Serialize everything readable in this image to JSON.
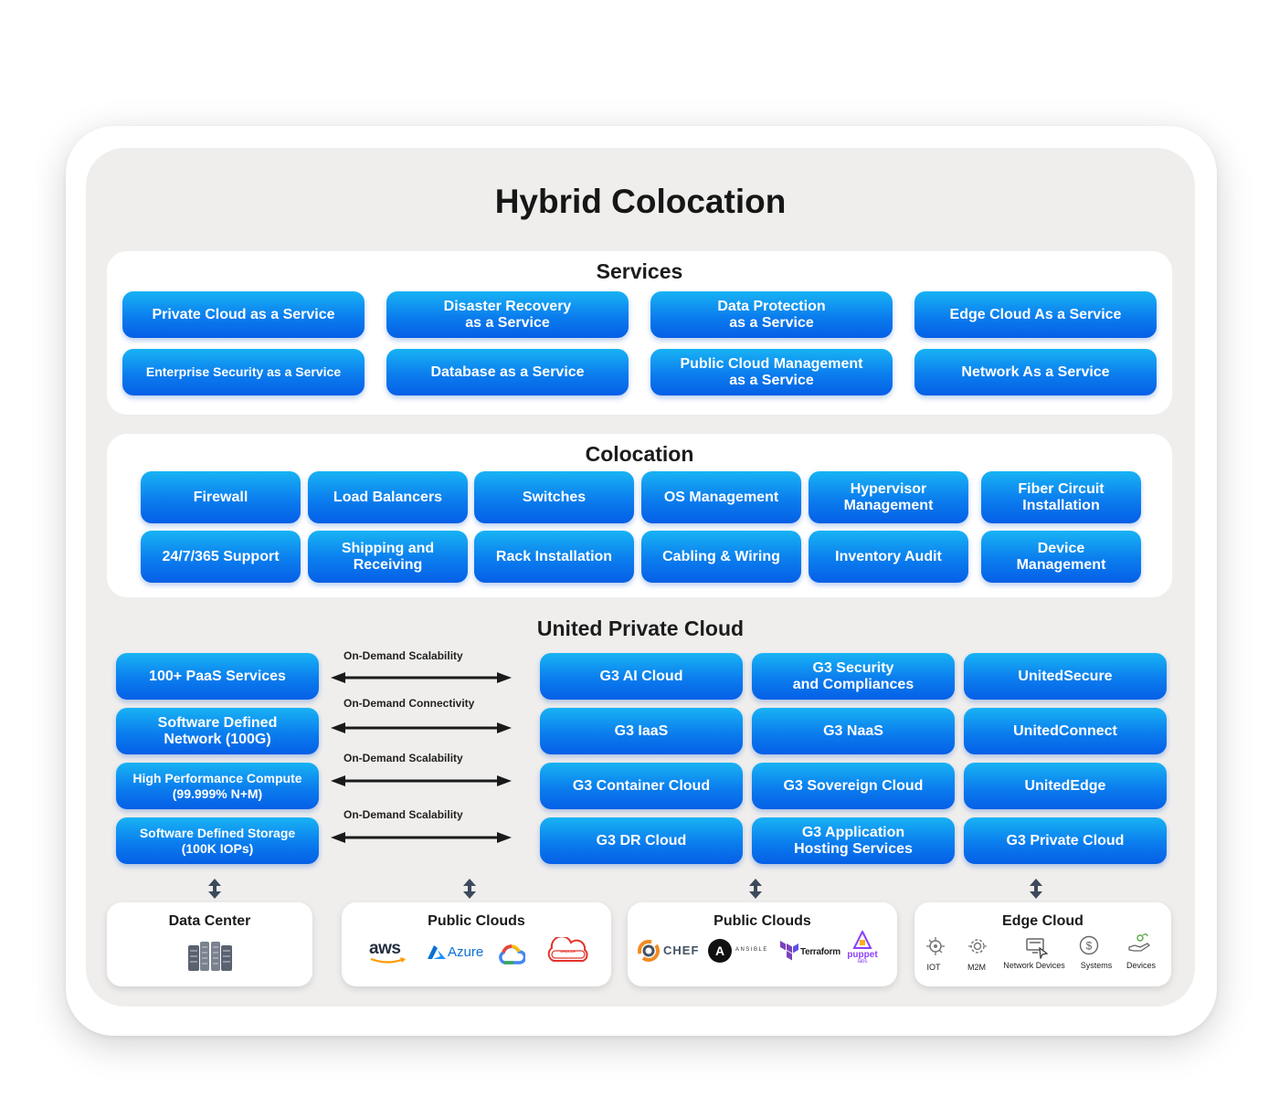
{
  "title": "Hybrid Colocation",
  "services": {
    "title": "Services",
    "items": [
      "Private Cloud as a Service",
      "Disaster Recovery\nas a Service",
      "Data Protection\nas a Service",
      "Edge Cloud As a Service",
      "Enterprise Security as a Service",
      "Database as a Service",
      "Public Cloud Management\nas a Service",
      "Network As a Service"
    ]
  },
  "colocation": {
    "title": "Colocation",
    "items": [
      "Firewall",
      "Load Balancers",
      "Switches",
      "OS Management",
      "Hypervisor\nManagement",
      "Fiber Circuit\nInstallation",
      "24/7/365 Support",
      "Shipping and\nReceiving",
      "Rack Installation",
      "Cabling & Wiring",
      "Inventory Audit",
      "Device\nManagement"
    ]
  },
  "united_private_cloud": {
    "title": "United Private Cloud",
    "left_items": [
      "100+ PaaS Services",
      "Software Defined\nNetwork (100G)",
      "High Performance Compute\n(99.999% N+M)",
      "Software Defined Storage\n(100K IOPs)"
    ],
    "arrow_labels": [
      "On-Demand Scalability",
      "On-Demand Connectivity",
      "On-Demand Scalability",
      "On-Demand Scalability"
    ],
    "grid_items": [
      "G3 AI Cloud",
      "G3 Security\nand Compliances",
      "UnitedSecure",
      "G3 IaaS",
      "G3 NaaS",
      "UnitedConnect",
      "G3 Container Cloud",
      "G3 Sovereign Cloud",
      "UnitedEdge",
      "G3 DR Cloud",
      "G3 Application\nHosting Services",
      "G3 Private Cloud"
    ]
  },
  "bottom": {
    "data_center": {
      "title": "Data Center",
      "icon": "server-rack-icon"
    },
    "public_clouds_1": {
      "title": "Public Clouds",
      "logos": {
        "aws": "aws",
        "azure": "Azure",
        "google": "google-cloud-icon",
        "oracle": "ORACLE"
      }
    },
    "public_clouds_2": {
      "title": "Public Clouds",
      "logos": {
        "chef": "CHEF",
        "ansible": "ANSIBLE",
        "ansible_mark": "A",
        "terraform": "Terraform",
        "puppet": "puppet",
        "puppet_sub": "labs"
      }
    },
    "edge_cloud": {
      "title": "Edge Cloud",
      "items": [
        "IOT",
        "M2M",
        "Network Devices",
        "Systems",
        "Devices"
      ]
    }
  },
  "colors": {
    "pill_top": "#18b3f4",
    "pill_bottom": "#055fe6",
    "panel_bg": "#efeeed",
    "arrow": "#1a1a1a",
    "v_arrow": "#3d4a5c"
  }
}
